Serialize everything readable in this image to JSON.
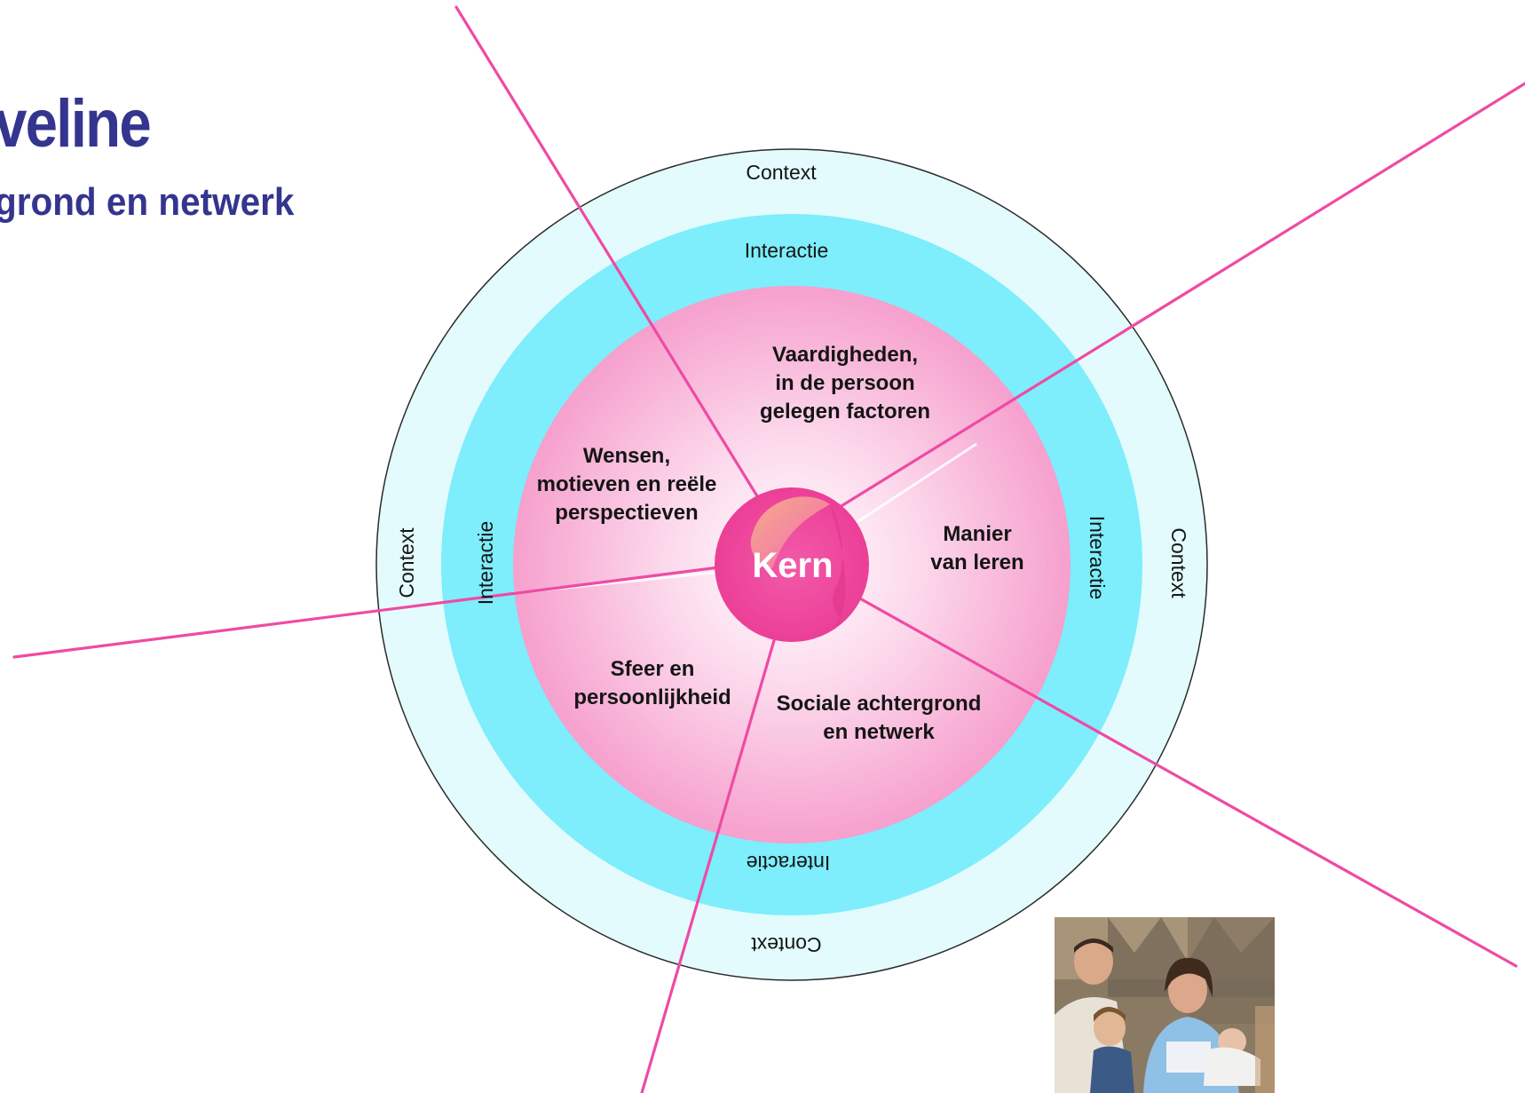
{
  "header": {
    "title": "veline",
    "subtitle": "grond en netwerk"
  },
  "diagram": {
    "core_label": "Kern",
    "ring_inner_label": "Interactie",
    "ring_outer_label": "Context",
    "segments": [
      {
        "lines": [
          "Vaardigheden,",
          "in de persoon",
          "gelegen factoren"
        ]
      },
      {
        "lines": [
          "Manier",
          "van leren"
        ]
      },
      {
        "lines": [
          "Sociale achtergrond",
          "en netwerk"
        ]
      },
      {
        "lines": [
          "Sfeer en",
          "persoonlijkheid"
        ]
      },
      {
        "lines": [
          "Wensen,",
          "motieven en reële",
          "perspectieven"
        ]
      }
    ]
  },
  "colors": {
    "title": "#34358f",
    "outer_ring": "#e3fbfd",
    "middle_ring": "#7eedfc",
    "inner_pink": "#f7a6cf",
    "inner_center": "#fff5fa",
    "core": "#f0469e",
    "spoke": "#ef4aa4",
    "outline": "#2b2b2b"
  },
  "photo": {
    "icon": "family-photo"
  }
}
